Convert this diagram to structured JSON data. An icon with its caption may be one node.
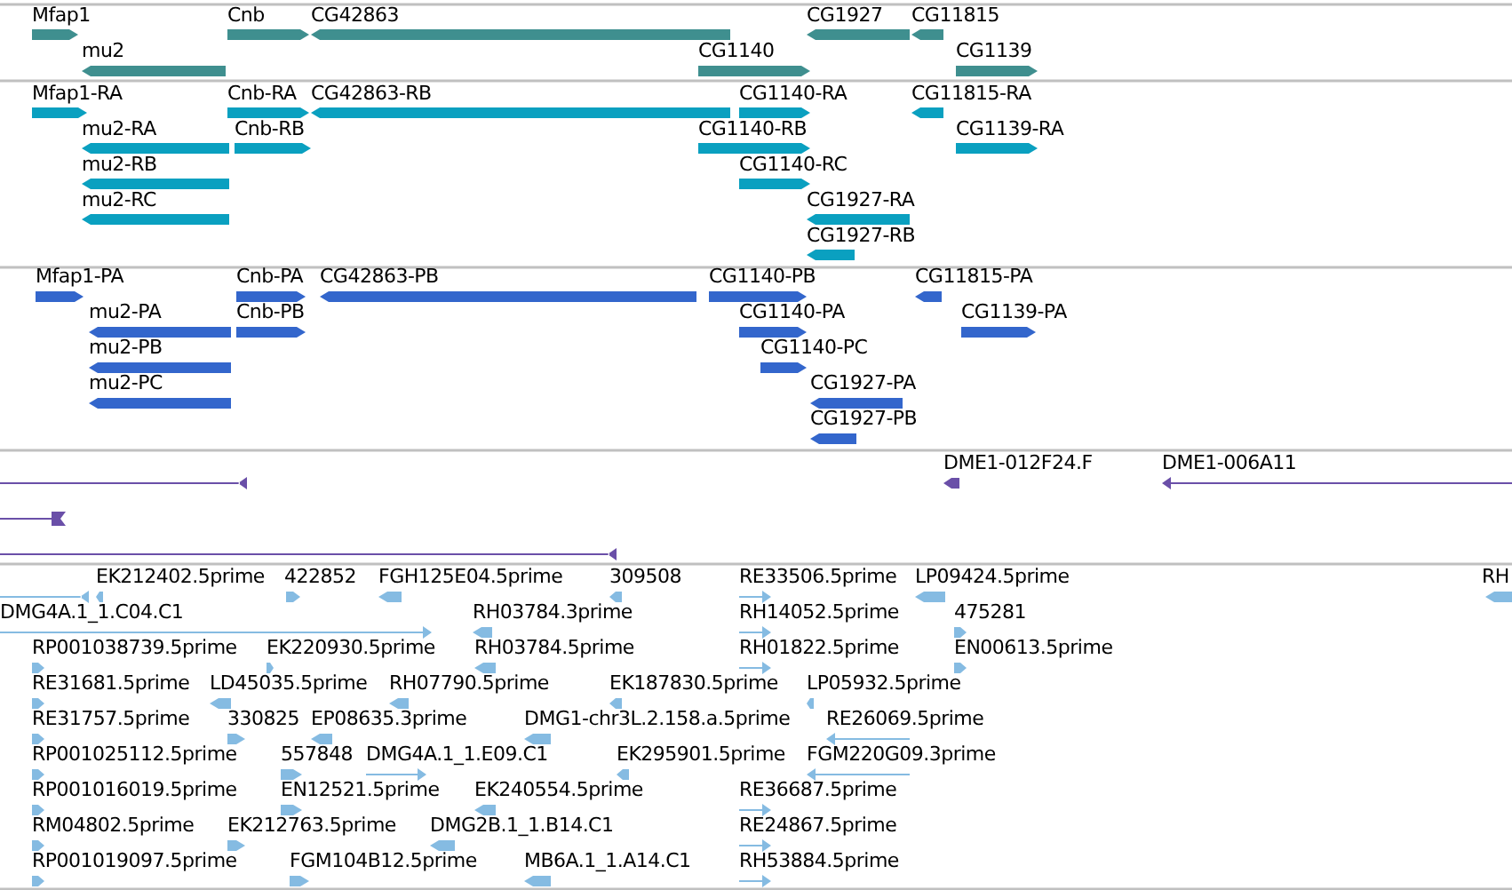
{
  "diagram": {
    "labels": [
      "Mfap1",
      "Cnb",
      "CG42863",
      "CG1927",
      "CG11815",
      "mu2",
      "CG1140",
      "CG1139",
      "Mfap1-RA",
      "Cnb-RA",
      "CG42863-RB",
      "CG1140-RA",
      "CG11815-RA",
      "mu2-RA",
      "Cnb-RB",
      "CG1140-RB",
      "CG1139-RA",
      "mu2-RB",
      "CG1140-RC",
      "mu2-RC",
      "CG1927-RA",
      "CG1927-RB",
      "Mfap1-PA",
      "Cnb-PA",
      "CG42863-PB",
      "CG1140-PB",
      "CG11815-PA",
      "mu2-PA",
      "Cnb-PB",
      "CG1140-PA",
      "CG1139-PA",
      "mu2-PB",
      "CG1140-PC",
      "mu2-PC",
      "CG1927-PA",
      "CG1927-PB",
      "DME1-012F24.F",
      "DME1-006A11",
      "EK212402.5prime",
      "422852",
      "FGH125E04.5prime",
      "309508",
      "RE33506.5prime",
      "LP09424.5prime",
      "RH",
      "DMG4A.1_1.C04.C1",
      "RH03784.3prime",
      "RH14052.5prime",
      "475281",
      "RP001038739.5prime",
      "EK220930.5prime",
      "RH03784.5prime",
      "RH01822.5prime",
      "EN00613.5prime",
      "RE31681.5prime",
      "LD45035.5prime",
      "RH07790.5prime",
      "EK187830.5prime",
      "LP05932.5prime",
      "RE31757.5prime",
      "330825",
      "EP08635.3prime",
      "DMG1-chr3L.2.158.a.5prime",
      "RE26069.5prime",
      "RP001025112.5prime",
      "557848",
      "DMG4A.1_1.E09.C1",
      "EK295901.5prime",
      "FGM220G09.3prime",
      "RP001016019.5prime",
      "EN12521.5prime",
      "EK240554.5prime",
      "RE36687.5prime",
      "RM04802.5prime",
      "EK212763.5prime",
      "DMG2B.1_1.B14.C1",
      "RE24867.5prime",
      "RP001019097.5prime",
      "FGM104B12.5prime",
      "MB6A.1_1.A14.C1",
      "RH53884.5prime"
    ]
  }
}
